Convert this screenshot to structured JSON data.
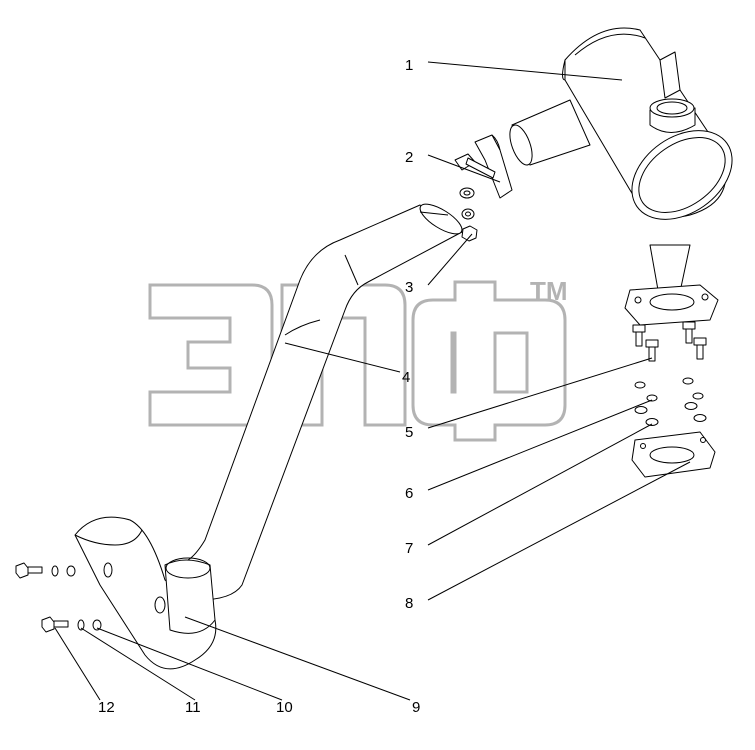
{
  "watermark": {
    "mark": "ТМ",
    "logo_text": "эпф"
  },
  "callouts": [
    "1",
    "2",
    "3",
    "4",
    "5",
    "6",
    "7",
    "8",
    "9",
    "10",
    "11",
    "12"
  ],
  "colors": {
    "line": "#000000",
    "watermark": "#b3b3b3",
    "background": "#ffffff"
  }
}
